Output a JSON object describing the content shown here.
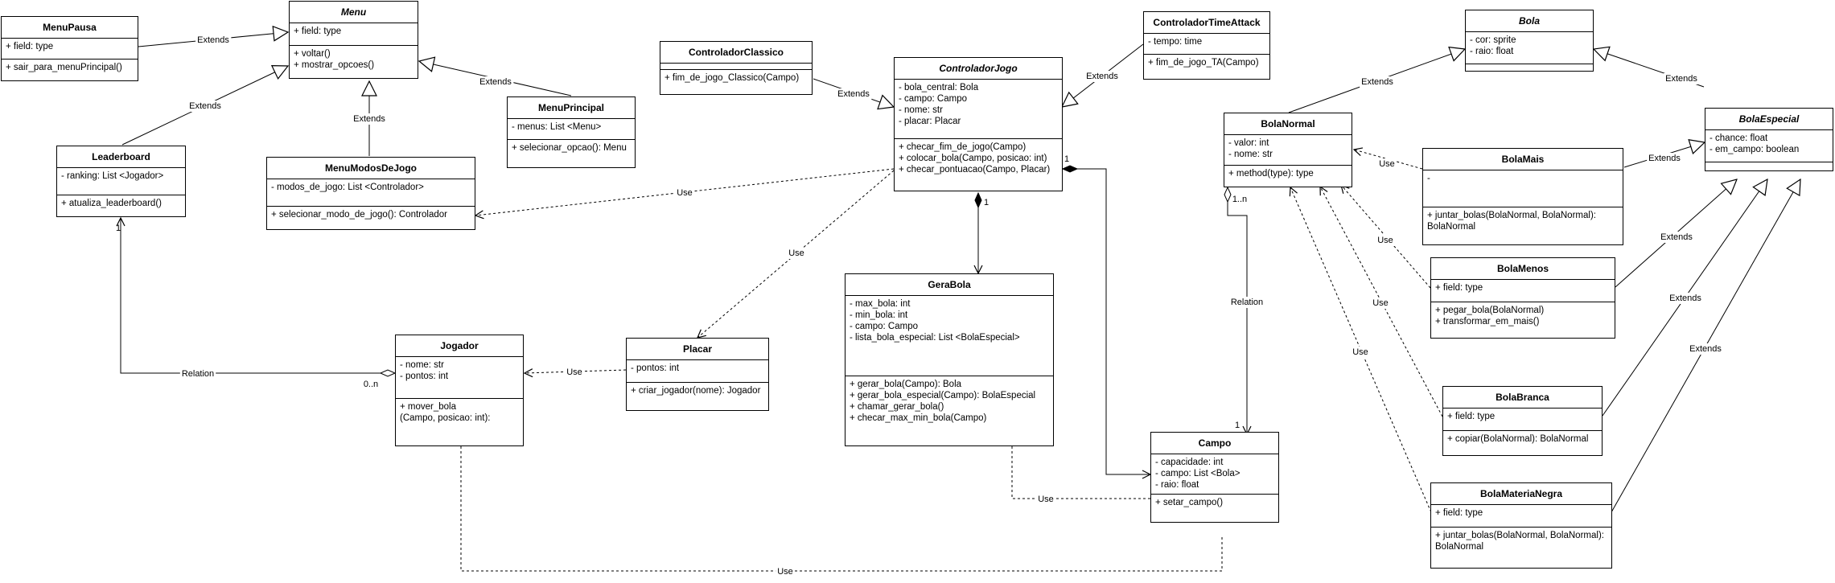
{
  "classes": {
    "menupausa": {
      "name": "MenuPausa",
      "attrs": [
        "+ field: type"
      ],
      "methods": [
        "+ sair_para_menuPrincipal()"
      ]
    },
    "menu": {
      "name": "Menu",
      "attrs": [
        "+ field: type"
      ],
      "methods": [
        "+ voltar()",
        "+ mostrar_opcoes()"
      ]
    },
    "menuprincipal": {
      "name": "MenuPrincipal",
      "attrs": [
        "- menus: List <Menu>"
      ],
      "methods": [
        "+ selecionar_opcao(): Menu"
      ]
    },
    "leaderboard": {
      "name": "Leaderboard",
      "attrs": [
        "- ranking: List <Jogador>"
      ],
      "methods": [
        "+ atualiza_leaderboard()"
      ]
    },
    "menumodos": {
      "name": "MenuModosDeJogo",
      "attrs": [
        "- modos_de_jogo: List <Controlador>"
      ],
      "methods": [
        "+ selecionar_modo_de_jogo(): Controlador"
      ]
    },
    "controladorclassico": {
      "name": "ControladorClassico",
      "attrs": [],
      "methods": [
        "+ fim_de_jogo_Classico(Campo)"
      ]
    },
    "controladorjogo": {
      "name": "ControladorJogo",
      "attrs": [
        "- bola_central: Bola",
        "- campo: Campo",
        "- nome: str",
        "- placar: Placar"
      ],
      "methods": [
        "+ checar_fim_de_jogo(Campo)",
        "+ colocar_bola(Campo, posicao: int)",
        "+ checar_pontuacao(Campo, Placar)"
      ]
    },
    "controladortimeattack": {
      "name": "ControladorTimeAttack",
      "attrs": [
        "- tempo: time"
      ],
      "methods": [
        "+ fim_de_jogo_TA(Campo)"
      ]
    },
    "bola": {
      "name": "Bola",
      "attrs": [
        "- cor: sprite",
        "- raio: float"
      ],
      "methods": []
    },
    "bolanormal": {
      "name": "BolaNormal",
      "attrs": [
        "- valor: int",
        "- nome: str"
      ],
      "methods": [
        "+ method(type): type"
      ]
    },
    "bolaespecial": {
      "name": "BolaEspecial",
      "attrs": [
        "- chance: float",
        "- em_campo: boolean"
      ],
      "methods": []
    },
    "bolamais": {
      "name": "BolaMais",
      "attrs": [
        "-"
      ],
      "methods": [
        "+ juntar_bolas(BolaNormal, BolaNormal):",
        "BolaNormal"
      ]
    },
    "bolamenos": {
      "name": "BolaMenos",
      "attrs": [
        "+ field: type"
      ],
      "methods": [
        "+ pegar_bola(BolaNormal)",
        "+ transformar_em_mais()"
      ]
    },
    "bolabranca": {
      "name": "BolaBranca",
      "attrs": [
        "+ field: type"
      ],
      "methods": [
        "+ copiar(BolaNormal): BolaNormal"
      ]
    },
    "bolamaterianegra": {
      "name": "BolaMateriaNegra",
      "attrs": [
        "+ field: type"
      ],
      "methods": [
        "+ juntar_bolas(BolaNormal, BolaNormal):",
        "BolaNormal"
      ]
    },
    "gerabola": {
      "name": "GeraBola",
      "attrs": [
        "- max_bola: int",
        "- min_bola: int",
        "- campo: Campo",
        "- lista_bola_especial: List <BolaEspecial>"
      ],
      "methods": [
        "+ gerar_bola(Campo): Bola",
        "+ gerar_bola_especial(Campo): BolaEspecial",
        "+ chamar_gerar_bola()",
        "+ checar_max_min_bola(Campo)"
      ]
    },
    "jogador": {
      "name": "Jogador",
      "attrs": [
        "- nome: str",
        "- pontos: int"
      ],
      "methods": [
        "+ mover_bola",
        "(Campo, posicao: int):"
      ]
    },
    "placar": {
      "name": "Placar",
      "attrs": [
        "- pontos: int"
      ],
      "methods": [
        "+ criar_jogador(nome): Jogador"
      ]
    },
    "campo": {
      "name": "Campo",
      "attrs": [
        "- capacidade: int",
        "- campo: List <Bola>",
        "- raio: float"
      ],
      "methods": [
        "+ setar_campo()"
      ]
    }
  },
  "labels": {
    "extends": "Extends",
    "use": "Use",
    "relation": "Relation",
    "one": "1",
    "zero_n": "0..n",
    "one_n": "1..n"
  }
}
